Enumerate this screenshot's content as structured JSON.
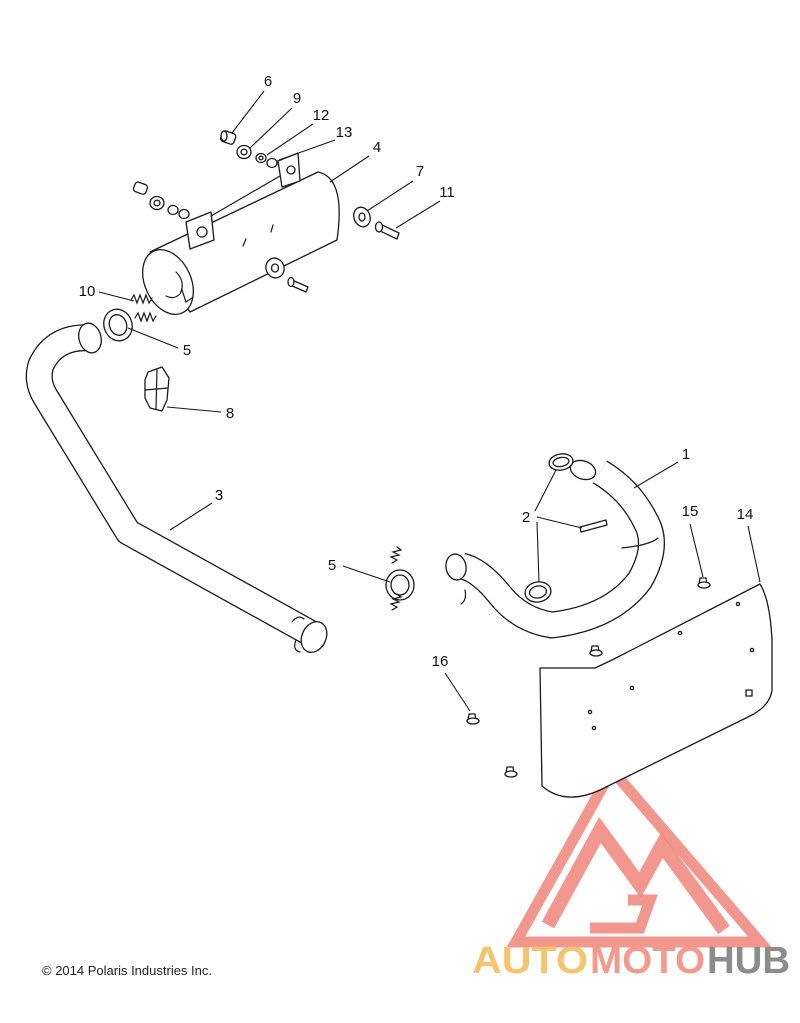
{
  "callouts": [
    "6",
    "9",
    "12",
    "13",
    "4",
    "7",
    "11",
    "10",
    "5",
    "8",
    "3",
    "1",
    "2",
    "15",
    "14",
    "5",
    "16"
  ],
  "copyright": "© 2014 Polaris Industries Inc.",
  "watermark": {
    "auto": "AUTO",
    "moto": "MOTO",
    "hub": "HUB",
    "colors": {
      "auto": "#f5c46e",
      "moto": "#f39a8c",
      "hub": "#8c8c8c",
      "emblem": "#f0857a"
    }
  }
}
